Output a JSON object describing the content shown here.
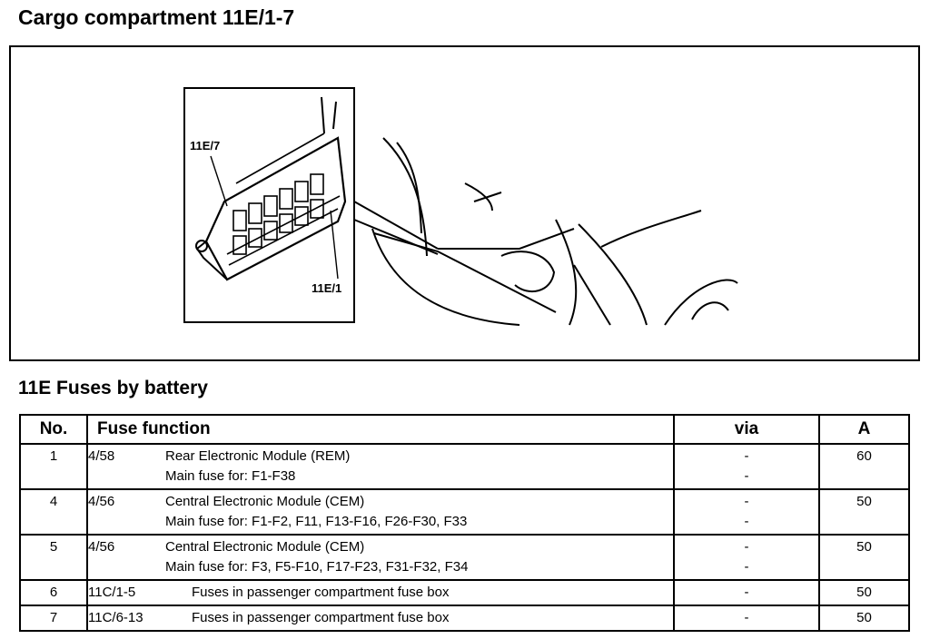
{
  "page_title": "Cargo compartment 11E/1-7",
  "figure": {
    "label_top": "11E/7",
    "label_bottom": "11E/1"
  },
  "section_title": "11E Fuses by battery",
  "table": {
    "headers": {
      "no": "No.",
      "function": "Fuse function",
      "via": "via",
      "amps": "A"
    },
    "rows": [
      {
        "no": "1",
        "code": "4/58",
        "lines": [
          "Rear Electronic Module (REM)",
          "Main fuse for: F1-F38"
        ],
        "via": [
          "-",
          "-"
        ],
        "amps": "60"
      },
      {
        "no": "4",
        "code": "4/56",
        "lines": [
          "Central Electronic Module (CEM)",
          "Main fuse for: F1-F2, F11, F13-F16, F26-F30, F33"
        ],
        "via": [
          "-",
          "-"
        ],
        "amps": "50"
      },
      {
        "no": "5",
        "code": "4/56",
        "lines": [
          "Central Electronic Module (CEM)",
          "Main fuse for: F3, F5-F10, F17-F23, F31-F32, F34"
        ],
        "via": [
          "-",
          "-"
        ],
        "amps": "50"
      },
      {
        "no": "6",
        "code": "11C/1-5",
        "lines": [
          "Fuses in passenger compartment fuse box"
        ],
        "via": [
          "-"
        ],
        "amps": "50"
      },
      {
        "no": "7",
        "code": "11C/6-13",
        "lines": [
          "Fuses in passenger compartment fuse box"
        ],
        "via": [
          "-"
        ],
        "amps": "50"
      }
    ]
  }
}
